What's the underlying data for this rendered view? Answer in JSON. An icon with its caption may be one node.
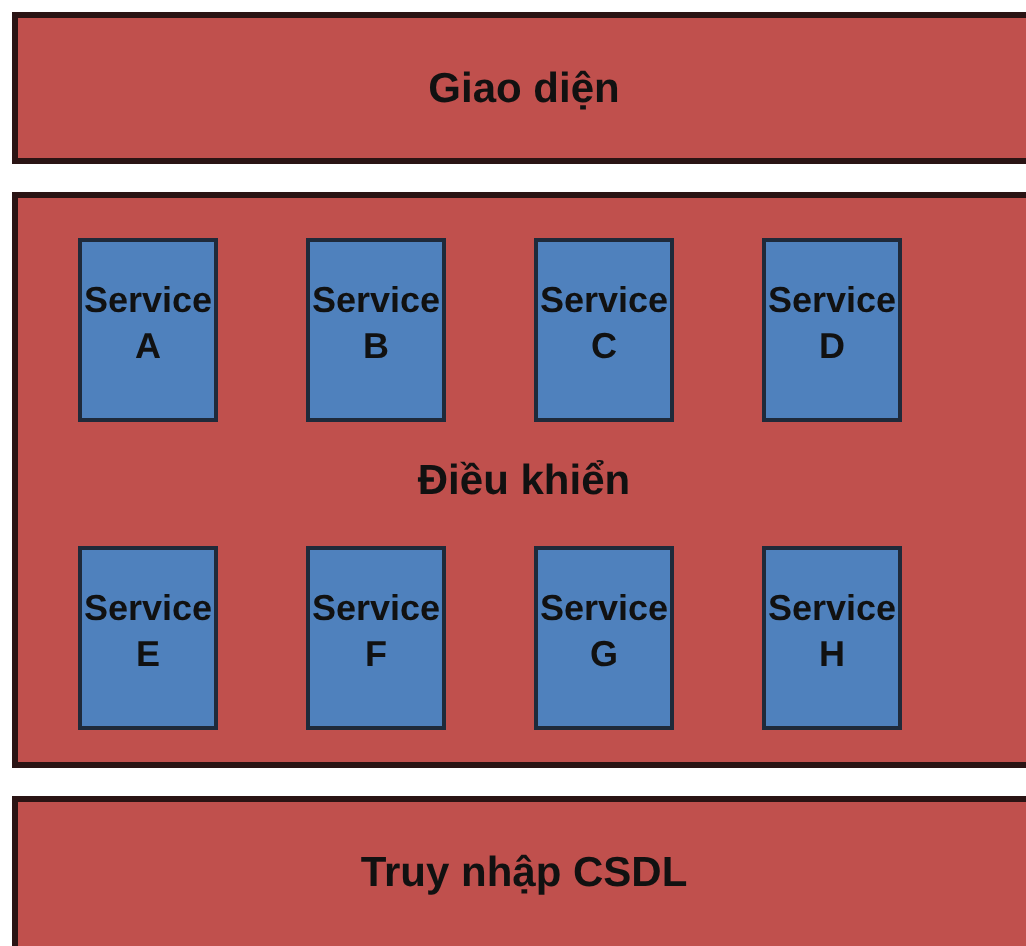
{
  "diagram": {
    "nodes": [
      {
        "text": [
          "Giao diện"
        ]
      },
      {
        "text": [
          "Điều khiển"
        ]
      },
      {
        "text": [
          "Service A"
        ],
        "in": 1
      },
      {
        "text": [
          "Service B"
        ],
        "in": 1
      },
      {
        "text": [
          "Service C"
        ],
        "in": 1
      },
      {
        "text": [
          "Service D"
        ],
        "in": 1
      },
      {
        "text": [
          "Service E"
        ],
        "in": 1
      },
      {
        "text": [
          "Service F"
        ],
        "in": 1
      },
      {
        "text": [
          "Service G"
        ],
        "in": 1
      },
      {
        "text": [
          "Service H"
        ],
        "in": 1
      },
      {
        "text": [
          "Truy nhập CSDL"
        ]
      }
    ]
  }
}
